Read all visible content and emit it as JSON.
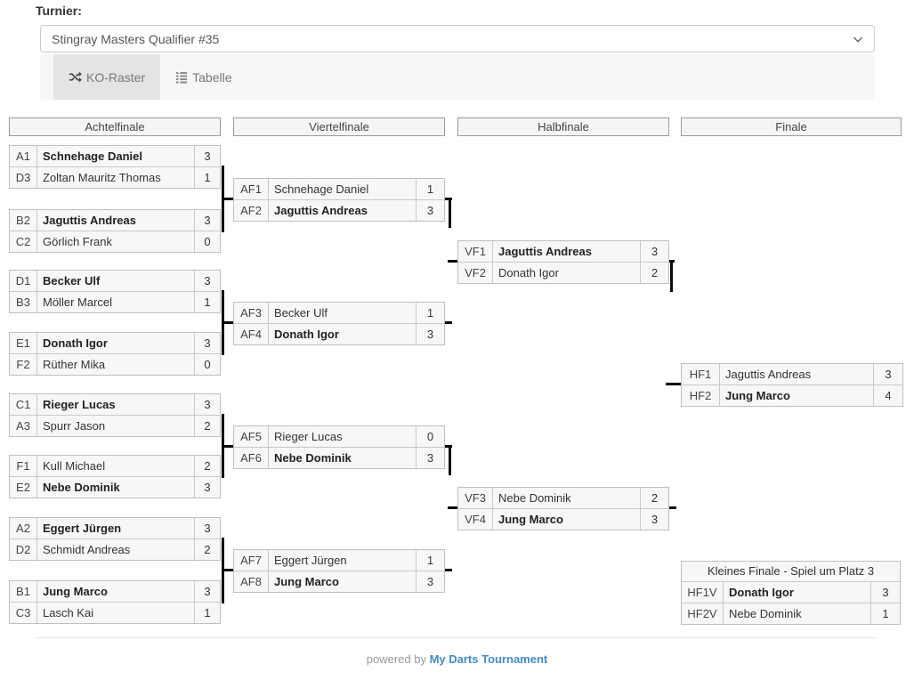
{
  "header": {
    "turnier_label": "Turnier:",
    "tournament_select": {
      "value": "Stingray Masters Qualifier #35"
    },
    "tabs": [
      {
        "label": "KO-Raster",
        "icon": "shuffle-icon",
        "active": true
      },
      {
        "label": "Tabelle",
        "icon": "list-icon",
        "active": false
      }
    ]
  },
  "bracket": {
    "round_headers": [
      "Achtelfinale",
      "Viertelfinale",
      "Halbfinale",
      "Finale"
    ],
    "matches": [
      {
        "id": "m1",
        "round": "Achtelfinale",
        "rows": [
          {
            "code": "A1",
            "name": "Schnehage Daniel",
            "score": "3",
            "winner": true
          },
          {
            "code": "D3",
            "name": "Zoltan Mauritz Thomas",
            "score": "1",
            "winner": false
          }
        ]
      },
      {
        "id": "m2",
        "round": "Achtelfinale",
        "rows": [
          {
            "code": "B2",
            "name": "Jaguttis Andreas",
            "score": "3",
            "winner": true
          },
          {
            "code": "C2",
            "name": "Görlich Frank",
            "score": "0",
            "winner": false
          }
        ]
      },
      {
        "id": "m3",
        "round": "Achtelfinale",
        "rows": [
          {
            "code": "D1",
            "name": "Becker Ulf",
            "score": "3",
            "winner": true
          },
          {
            "code": "B3",
            "name": "Möller Marcel",
            "score": "1",
            "winner": false
          }
        ]
      },
      {
        "id": "m4",
        "round": "Achtelfinale",
        "rows": [
          {
            "code": "E1",
            "name": "Donath Igor",
            "score": "3",
            "winner": true
          },
          {
            "code": "F2",
            "name": "Rüther Mika",
            "score": "0",
            "winner": false
          }
        ]
      },
      {
        "id": "m5",
        "round": "Achtelfinale",
        "rows": [
          {
            "code": "C1",
            "name": "Rieger Lucas",
            "score": "3",
            "winner": true
          },
          {
            "code": "A3",
            "name": "Spurr Jason",
            "score": "2",
            "winner": false
          }
        ]
      },
      {
        "id": "m6",
        "round": "Achtelfinale",
        "rows": [
          {
            "code": "F1",
            "name": "Kull Michael",
            "score": "2",
            "winner": false
          },
          {
            "code": "E2",
            "name": "Nebe Dominik",
            "score": "3",
            "winner": true
          }
        ]
      },
      {
        "id": "m7",
        "round": "Achtelfinale",
        "rows": [
          {
            "code": "A2",
            "name": "Eggert Jürgen",
            "score": "3",
            "winner": true
          },
          {
            "code": "D2",
            "name": "Schmidt Andreas",
            "score": "2",
            "winner": false
          }
        ]
      },
      {
        "id": "m8",
        "round": "Achtelfinale",
        "rows": [
          {
            "code": "B1",
            "name": "Jung Marco",
            "score": "3",
            "winner": true
          },
          {
            "code": "C3",
            "name": "Lasch Kai",
            "score": "1",
            "winner": false
          }
        ]
      },
      {
        "id": "af12",
        "round": "Viertelfinale",
        "rows": [
          {
            "code": "AF1",
            "name": "Schnehage Daniel",
            "score": "1",
            "winner": false
          },
          {
            "code": "AF2",
            "name": "Jaguttis Andreas",
            "score": "3",
            "winner": true
          }
        ]
      },
      {
        "id": "af34",
        "round": "Viertelfinale",
        "rows": [
          {
            "code": "AF3",
            "name": "Becker Ulf",
            "score": "1",
            "winner": false
          },
          {
            "code": "AF4",
            "name": "Donath Igor",
            "score": "3",
            "winner": true
          }
        ]
      },
      {
        "id": "af56",
        "round": "Viertelfinale",
        "rows": [
          {
            "code": "AF5",
            "name": "Rieger Lucas",
            "score": "0",
            "winner": false
          },
          {
            "code": "AF6",
            "name": "Nebe Dominik",
            "score": "3",
            "winner": true
          }
        ]
      },
      {
        "id": "af78",
        "round": "Viertelfinale",
        "rows": [
          {
            "code": "AF7",
            "name": "Eggert Jürgen",
            "score": "1",
            "winner": false
          },
          {
            "code": "AF8",
            "name": "Jung Marco",
            "score": "3",
            "winner": true
          }
        ]
      },
      {
        "id": "vf12",
        "round": "Halbfinale",
        "rows": [
          {
            "code": "VF1",
            "name": "Jaguttis Andreas",
            "score": "3",
            "winner": true
          },
          {
            "code": "VF2",
            "name": "Donath Igor",
            "score": "2",
            "winner": false
          }
        ]
      },
      {
        "id": "vf34",
        "round": "Halbfinale",
        "rows": [
          {
            "code": "VF3",
            "name": "Nebe Dominik",
            "score": "2",
            "winner": false
          },
          {
            "code": "VF4",
            "name": "Jung Marco",
            "score": "3",
            "winner": true
          }
        ]
      },
      {
        "id": "hf",
        "round": "Finale",
        "rows": [
          {
            "code": "HF1",
            "name": "Jaguttis Andreas",
            "score": "3",
            "winner": false
          },
          {
            "code": "HF2",
            "name": "Jung Marco",
            "score": "4",
            "winner": true
          }
        ]
      }
    ],
    "third_place_match": {
      "id": "kf",
      "title": "Kleines Finale - Spiel um Platz 3",
      "rows": [
        {
          "code": "HF1V",
          "name": "Donath Igor",
          "score": "3",
          "winner": true
        },
        {
          "code": "HF2V",
          "name": "Nebe Dominik",
          "score": "1",
          "winner": false
        }
      ]
    }
  },
  "footer": {
    "powered_by": "powered by ",
    "link_label": "My Darts Tournament"
  },
  "colors": {
    "link_blue": "#428bca",
    "connector_black": "#0a0a0a",
    "cell_background": "#f7f7f7",
    "header_background": "#f5f5f5",
    "active_tab_background": "#e4e4e4",
    "tabbar_background": "#f7f7f7"
  }
}
